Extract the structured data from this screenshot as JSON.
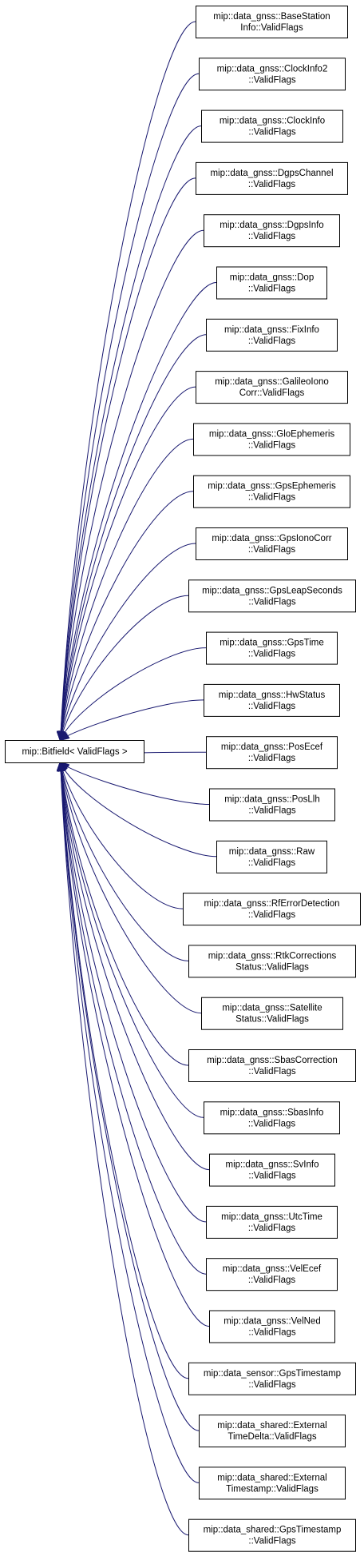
{
  "diagram": {
    "base": {
      "lines": [
        "mip::Bitfield< ValidFlags >"
      ]
    },
    "nodes": [
      {
        "lines": [
          "mip::data_gnss::BaseStation",
          "Info::ValidFlags"
        ]
      },
      {
        "lines": [
          "mip::data_gnss::ClockInfo2",
          "::ValidFlags"
        ]
      },
      {
        "lines": [
          "mip::data_gnss::ClockInfo",
          "::ValidFlags"
        ]
      },
      {
        "lines": [
          "mip::data_gnss::DgpsChannel",
          "::ValidFlags"
        ]
      },
      {
        "lines": [
          "mip::data_gnss::DgpsInfo",
          "::ValidFlags"
        ]
      },
      {
        "lines": [
          "mip::data_gnss::Dop",
          "::ValidFlags"
        ]
      },
      {
        "lines": [
          "mip::data_gnss::FixInfo",
          "::ValidFlags"
        ]
      },
      {
        "lines": [
          "mip::data_gnss::GalileoIono",
          "Corr::ValidFlags"
        ]
      },
      {
        "lines": [
          "mip::data_gnss::GloEphemeris",
          "::ValidFlags"
        ]
      },
      {
        "lines": [
          "mip::data_gnss::GpsEphemeris",
          "::ValidFlags"
        ]
      },
      {
        "lines": [
          "mip::data_gnss::GpsIonoCorr",
          "::ValidFlags"
        ]
      },
      {
        "lines": [
          "mip::data_gnss::GpsLeapSeconds",
          "::ValidFlags"
        ]
      },
      {
        "lines": [
          "mip::data_gnss::GpsTime",
          "::ValidFlags"
        ]
      },
      {
        "lines": [
          "mip::data_gnss::HwStatus",
          "::ValidFlags"
        ]
      },
      {
        "lines": [
          "mip::data_gnss::PosEcef",
          "::ValidFlags"
        ]
      },
      {
        "lines": [
          "mip::data_gnss::PosLlh",
          "::ValidFlags"
        ]
      },
      {
        "lines": [
          "mip::data_gnss::Raw",
          "::ValidFlags"
        ]
      },
      {
        "lines": [
          "mip::data_gnss::RfErrorDetection",
          "::ValidFlags"
        ]
      },
      {
        "lines": [
          "mip::data_gnss::RtkCorrections",
          "Status::ValidFlags"
        ]
      },
      {
        "lines": [
          "mip::data_gnss::Satellite",
          "Status::ValidFlags"
        ]
      },
      {
        "lines": [
          "mip::data_gnss::SbasCorrection",
          "::ValidFlags"
        ]
      },
      {
        "lines": [
          "mip::data_gnss::SbasInfo",
          "::ValidFlags"
        ]
      },
      {
        "lines": [
          "mip::data_gnss::SvInfo",
          "::ValidFlags"
        ]
      },
      {
        "lines": [
          "mip::data_gnss::UtcTime",
          "::ValidFlags"
        ]
      },
      {
        "lines": [
          "mip::data_gnss::VelEcef",
          "::ValidFlags"
        ]
      },
      {
        "lines": [
          "mip::data_gnss::VelNed",
          "::ValidFlags"
        ]
      },
      {
        "lines": [
          "mip::data_sensor::GpsTimestamp",
          "::ValidFlags"
        ]
      },
      {
        "lines": [
          "mip::data_shared::External",
          "TimeDelta::ValidFlags"
        ]
      },
      {
        "lines": [
          "mip::data_shared::External",
          "Timestamp::ValidFlags"
        ]
      },
      {
        "lines": [
          "mip::data_shared::GpsTimestamp",
          "::ValidFlags"
        ]
      }
    ]
  }
}
